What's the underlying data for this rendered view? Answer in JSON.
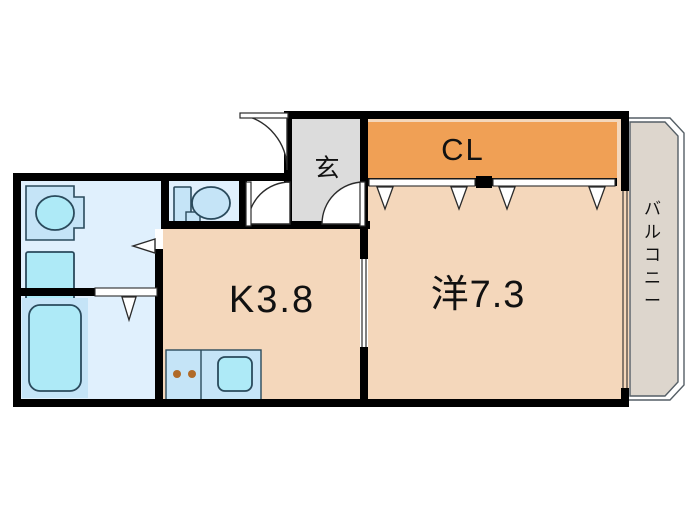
{
  "document": {
    "kind": "floor-plan",
    "language": "ja",
    "layout_type": "1K"
  },
  "palette": {
    "wall": "#000000",
    "room_floor": "#f4d7bb",
    "closet_fill": "#f0a055",
    "water_room_fill": "#e0f0fd",
    "fixture_fill": "#c5e4f7",
    "fixture_highlight": "#aeeaf7",
    "entrance_fill": "#dcdcdc",
    "balcony_fill": "#ddd6cd",
    "burner": "#b06a28",
    "outline": "#1c2b33",
    "background": "#ffffff"
  },
  "rooms": {
    "kitchen": {
      "label": "K3.8",
      "name": "kitchen",
      "size_jo": "3.8"
    },
    "western_room": {
      "label": "洋7.3",
      "name": "western-style-room",
      "size_jo": "7.3"
    },
    "closet": {
      "label": "CL",
      "name": "closet"
    },
    "entrance": {
      "label": "玄",
      "name": "entrance-genkan"
    },
    "balcony": {
      "label": "バルコニー",
      "name": "balcony",
      "characters": [
        "バ",
        "ル",
        "コ",
        "ニ",
        "ー"
      ]
    },
    "bathroom": {
      "label": "",
      "name": "bathroom-unit-bath"
    },
    "washroom": {
      "label": "",
      "name": "washroom-vanity"
    },
    "toilet": {
      "label": "",
      "name": "toilet"
    }
  },
  "fixtures": {
    "bathtub": "bathtub",
    "vanity_sink": "vanity-sink",
    "washing_machine": "washing-machine-space",
    "toilet_bowl": "toilet-bowl",
    "toilet_tank": "toilet-tank",
    "kitchen_sink": "kitchen-sink",
    "stove": "two-burner-stove",
    "burner_count": 2
  },
  "openings": {
    "entrance_door": "entrance-door-swing",
    "interior_doors": [
      "entrance-inner-door-left",
      "entrance-inner-door-right"
    ],
    "sliding_door": "sliding-door-kitchen-to-room",
    "closet_doors": "closet-sliding-doors",
    "hanger_marks": 4
  }
}
